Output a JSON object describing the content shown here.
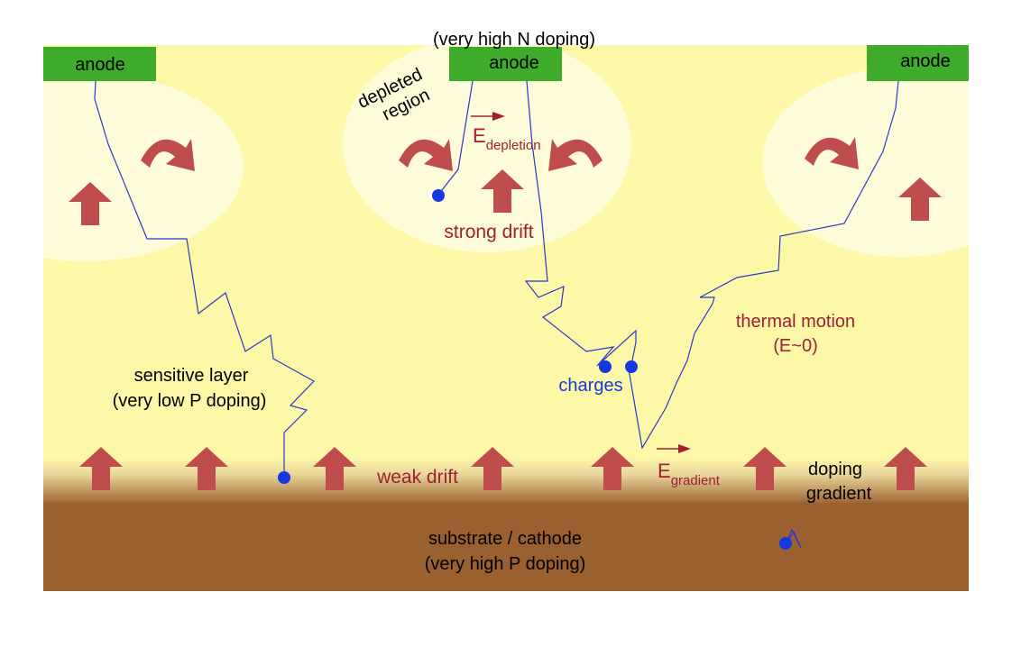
{
  "diagram": {
    "top_note": "(very high N doping)",
    "anodes": [
      {
        "label": "anode"
      },
      {
        "label": "anode"
      },
      {
        "label": "anode"
      }
    ],
    "depleted_region": [
      "depleted",
      "region"
    ],
    "e_depletion": {
      "main": "E",
      "sub": "depletion"
    },
    "strong_drift": "strong drift",
    "thermal_motion": [
      "thermal motion",
      "(E~0)"
    ],
    "sensitive_layer": [
      "sensitive layer",
      "(very low P doping)"
    ],
    "charges": "charges",
    "weak_drift": "weak drift",
    "e_gradient": {
      "main": "E",
      "sub": "gradient"
    },
    "doping_gradient": [
      "doping",
      "gradient"
    ],
    "substrate": [
      "substrate / cathode",
      "(very high P doping)"
    ],
    "colors": {
      "sensitive_layer": "#fdf7a8",
      "depletion_zone": "#fefbd8",
      "substrate": "#9b6030",
      "anode": "#3fab2a",
      "arrow": "#bf4d4d",
      "label_red": "#a12030",
      "charge": "#1538e0",
      "track": "#2d37c8"
    }
  }
}
